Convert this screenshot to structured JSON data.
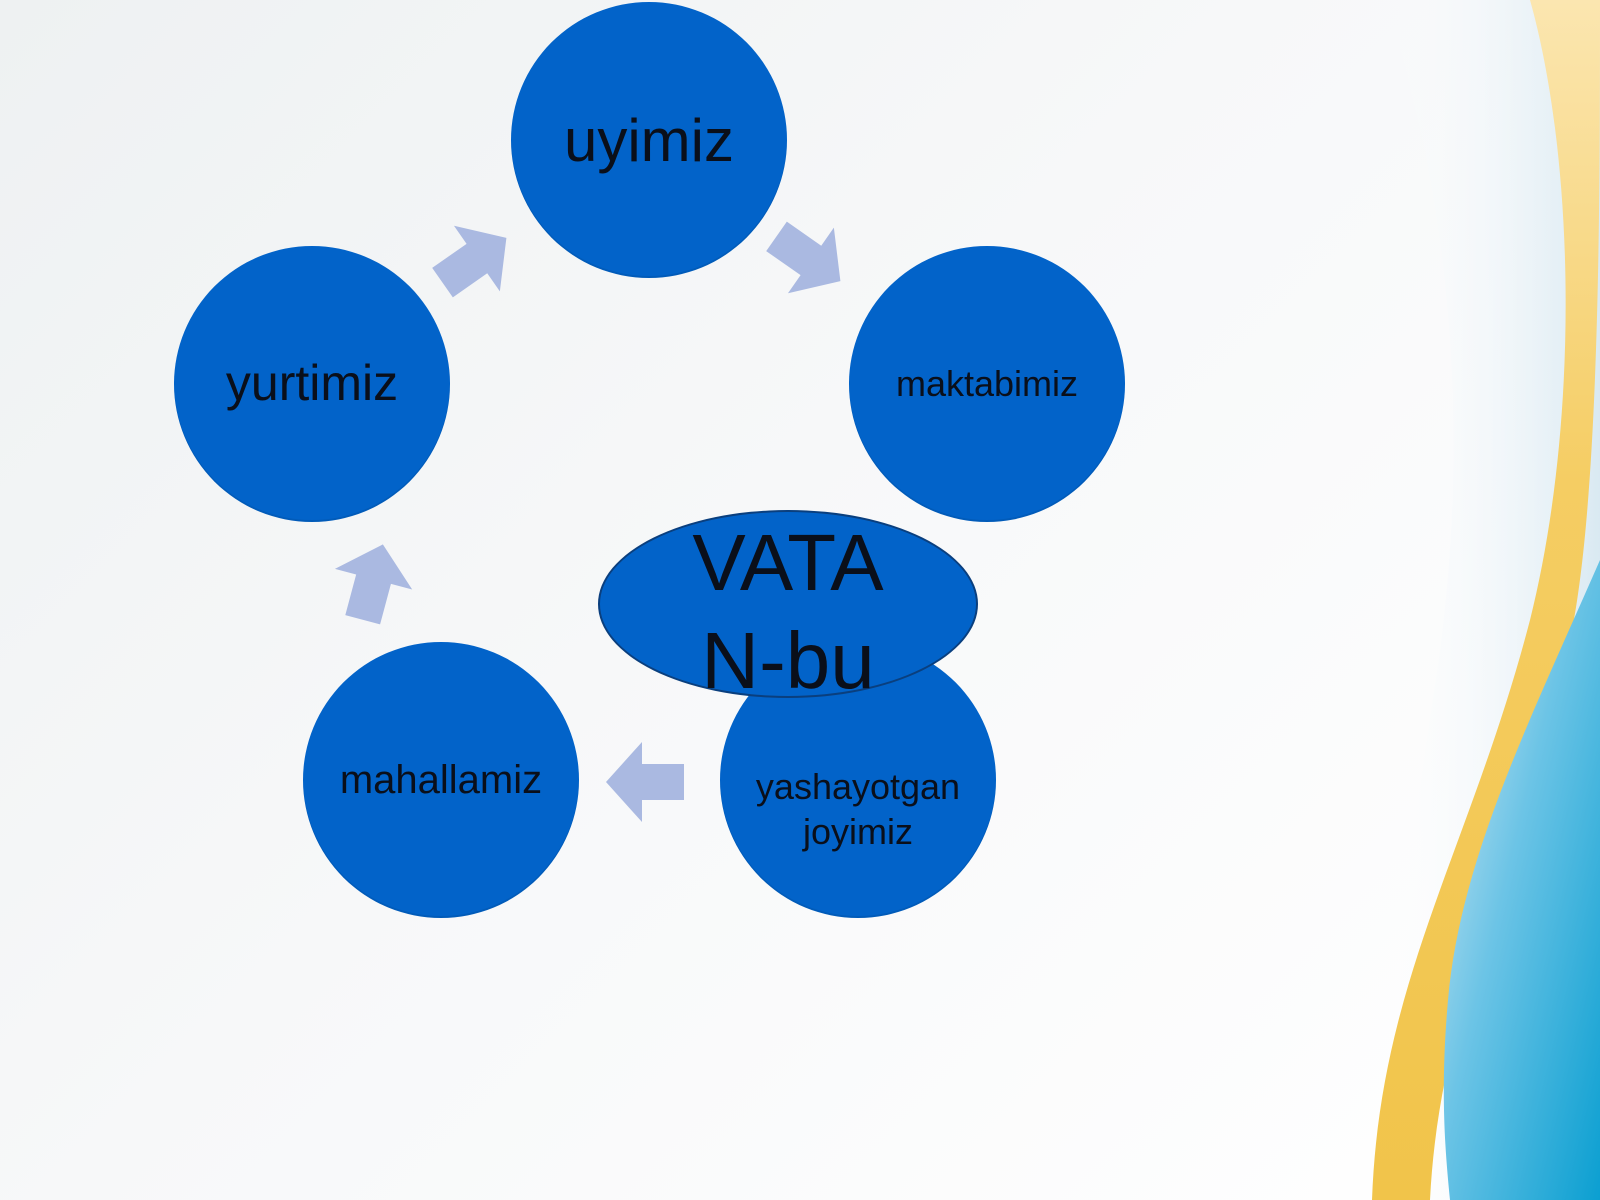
{
  "colors": {
    "node_fill": "#0263c9",
    "arrow_fill": "#aab9e1",
    "wave_yellow": "#f4c84a",
    "wave_blue": "#1aa7d6"
  },
  "diagram": {
    "center": {
      "line1": "VATA",
      "line2": "N-bu"
    },
    "nodes": {
      "top": "uyimiz",
      "right": "maktabimiz",
      "bottom_right_line1": "yashayotgan",
      "bottom_right_line2": "joyimiz",
      "bottom_left": "mahallamiz",
      "left": "yurtimiz"
    },
    "arrows": [
      "arrow-right-icon",
      "arrow-right-icon",
      "arrow-right-icon",
      "arrow-right-icon"
    ]
  }
}
